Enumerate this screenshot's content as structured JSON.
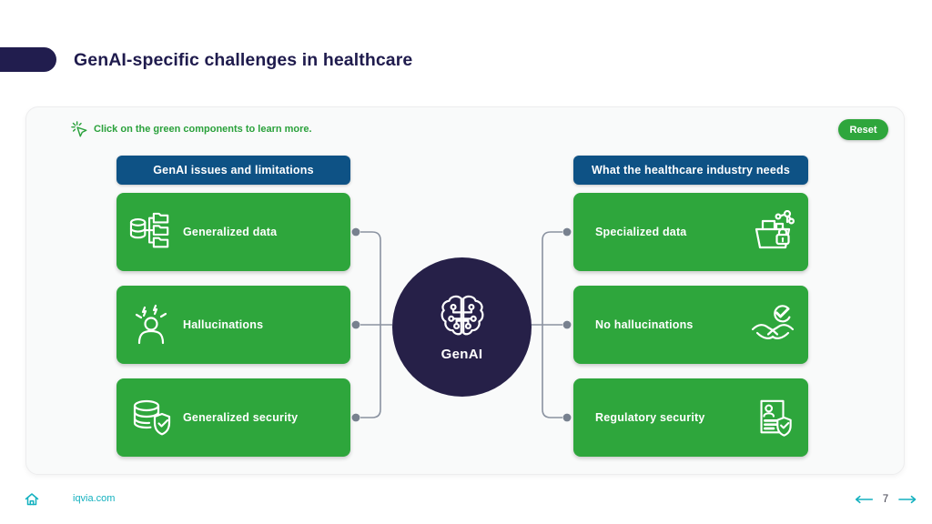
{
  "slide": {
    "title": "GenAI-specific challenges in healthcare",
    "instruction": "Click on the green components to learn more.",
    "reset_button": "Reset"
  },
  "diagram": {
    "left_column": {
      "header": "GenAI issues and limitations",
      "items": [
        {
          "label": "Generalized data",
          "icon": "database-folders-icon"
        },
        {
          "label": "Hallucinations",
          "icon": "dizzy-person-icon"
        },
        {
          "label": "Generalized security",
          "icon": "database-shield-check-icon"
        }
      ]
    },
    "center": {
      "label": "GenAI",
      "icon": "circuit-brain-icon"
    },
    "right_column": {
      "header": "What the healthcare industry needs",
      "items": [
        {
          "label": "Specialized data",
          "icon": "folder-lock-network-icon"
        },
        {
          "label": "No hallucinations",
          "icon": "handshake-check-icon"
        },
        {
          "label": "Regulatory security",
          "icon": "document-person-shield-icon"
        }
      ]
    }
  },
  "footer": {
    "website": "iqvia.com",
    "page_number": "7"
  },
  "colors": {
    "component_green": "#2EA63C",
    "header_blue": "#0E5285",
    "navy": "#262048",
    "title_navy": "#1F1B4D",
    "teal": "#14B1BF",
    "connector_gray": "#8A92A0"
  }
}
